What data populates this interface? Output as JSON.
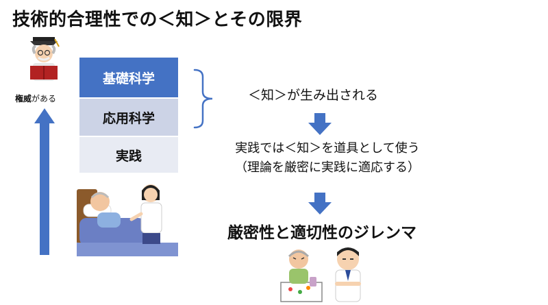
{
  "title": "技術的合理性での＜知＞とその限界",
  "authority": {
    "label_bold": "権威",
    "label_rest": "がある"
  },
  "stack": {
    "basic_science": "基礎科学",
    "applied_science": "応用科学",
    "practice": "実践"
  },
  "knowledge_generated": "＜知＞が生み出される",
  "practice_use": {
    "line1": "実践では＜知＞を道具として使う",
    "line2": "（理論を厳密に実践に適応する）"
  },
  "dilemma": "厳密性と適切性のジレンマ",
  "colors": {
    "primary_blue": "#4472c4",
    "applied_box": "#ccd3e6",
    "practice_box": "#e8ebf3"
  },
  "icons": {
    "authority_arrow": "up-arrow-icon",
    "flow_arrow": "down-arrow-icon",
    "brace": "right-brace-icon"
  }
}
